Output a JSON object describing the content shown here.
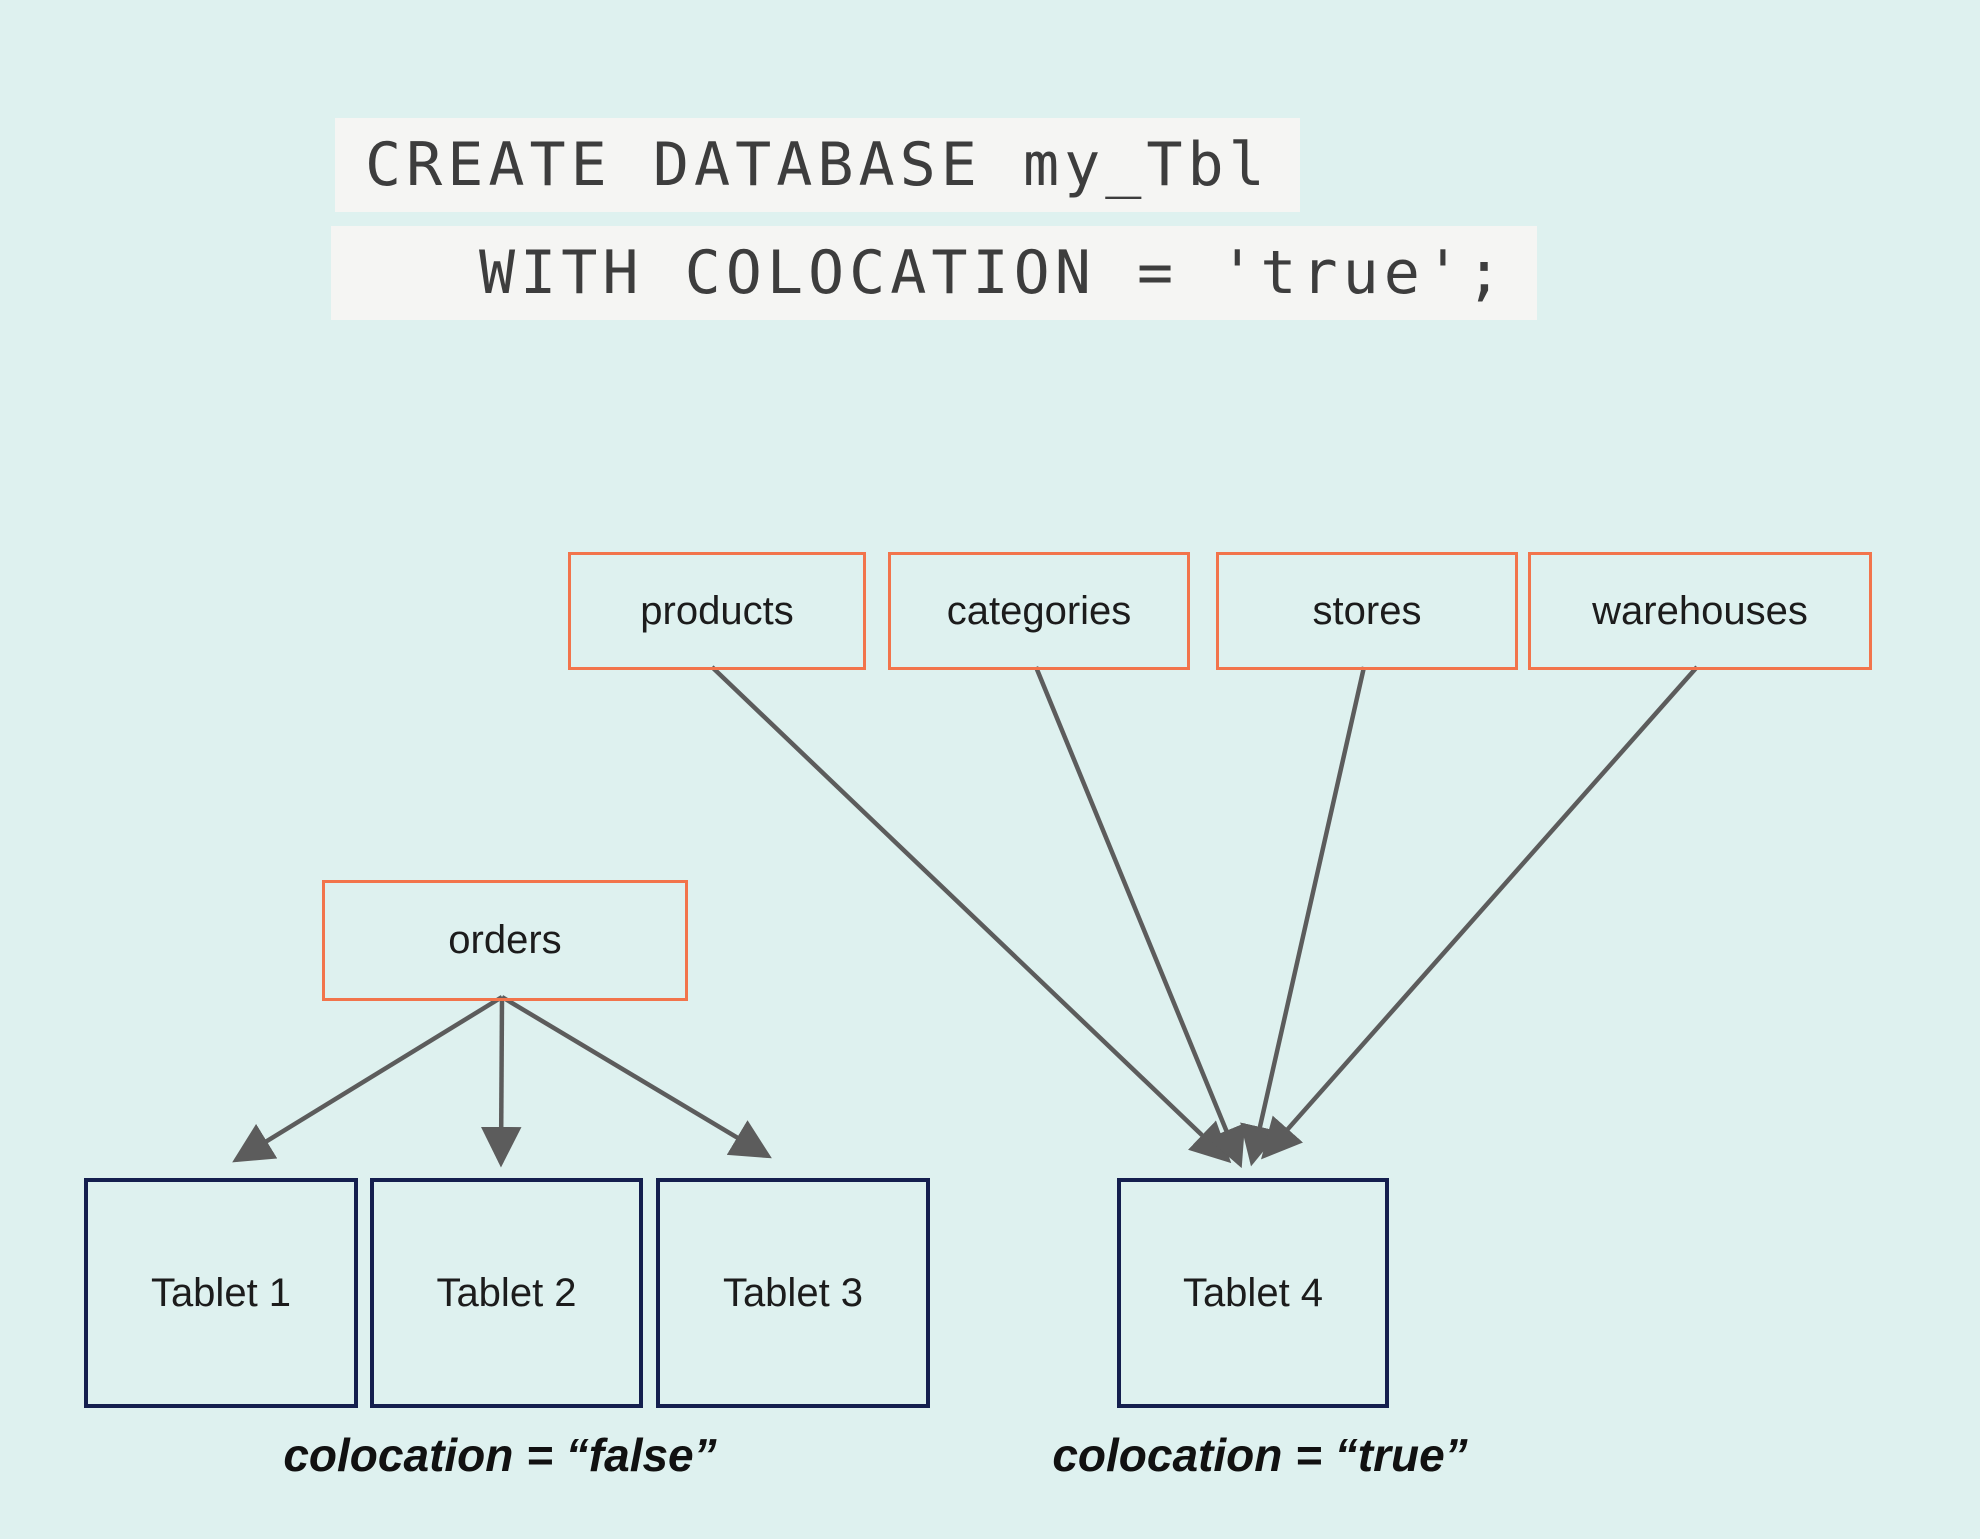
{
  "code": {
    "line1": "CREATE DATABASE my_Tbl",
    "line2": "WITH COLOCATION = 'true';"
  },
  "tables": {
    "colocated": [
      "products",
      "categories",
      "stores",
      "warehouses"
    ],
    "non_colocated": [
      "orders"
    ]
  },
  "tablets": [
    "Tablet 1",
    "Tablet 2",
    "Tablet 3",
    "Tablet 4"
  ],
  "captions": {
    "left": "colocation = “false”",
    "right": "colocation = “true”"
  },
  "colors": {
    "background": "#def1ef",
    "code_background": "#f5f5f3",
    "table_border": "#f2744b",
    "tablet_border": "#141f4e",
    "arrow": "#5c5c5c",
    "text": "#1c1c1c"
  }
}
